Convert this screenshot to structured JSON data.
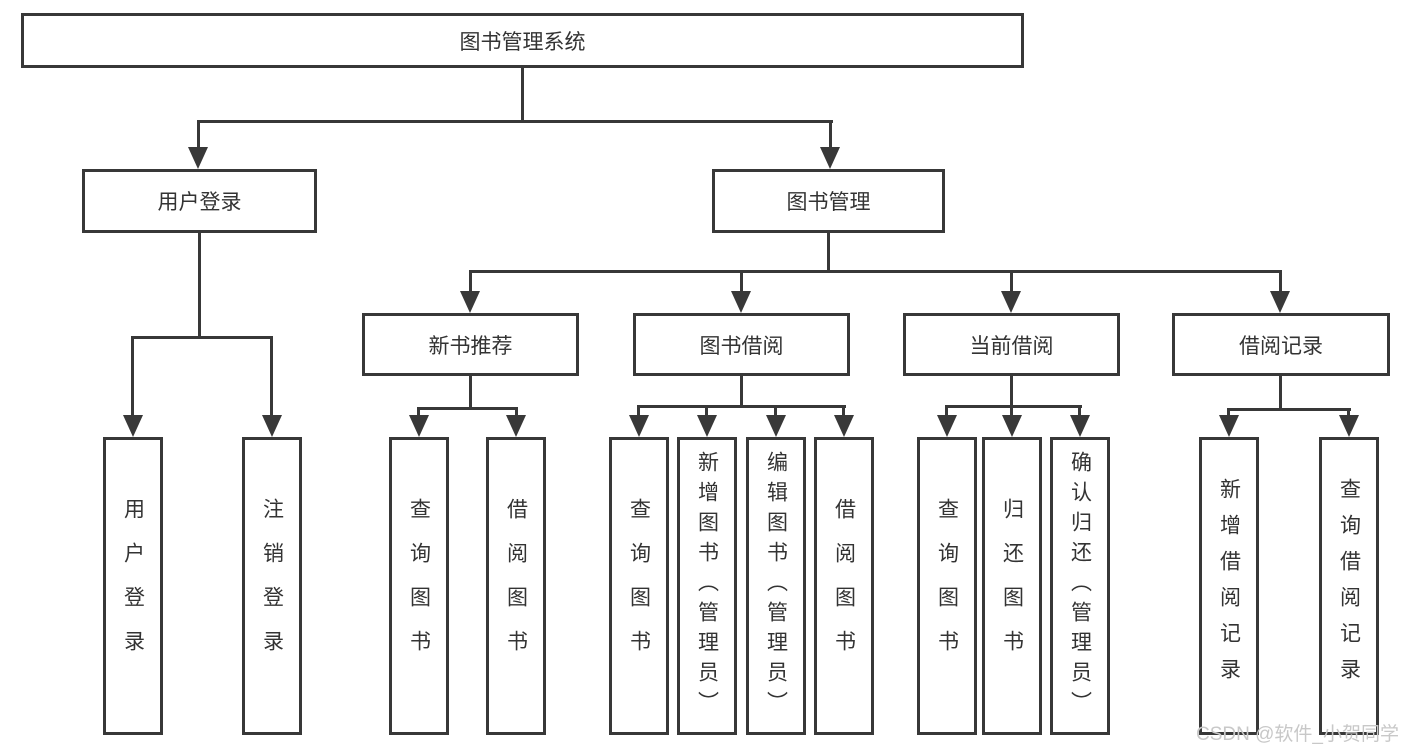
{
  "colors": {
    "line": "#383838",
    "text": "#333333",
    "watermark_text_color": "#c8c8c8",
    "background": "#ffffff"
  },
  "nodes": {
    "root": "图书管理系统",
    "user_login": "用户登录",
    "book_mgmt": "图书管理",
    "new_book_rec": "新书推荐",
    "book_borrow": "图书借阅",
    "current_borrow": "当前借阅",
    "borrow_record": "借阅记录",
    "leaf_user_login": "用户登录",
    "leaf_logout": "注销登录",
    "leaf_nbr_query": "查询图书",
    "leaf_nbr_borrow": "借阅图书",
    "leaf_bb_query": "查询图书",
    "leaf_bb_add": "新增图书（管理员）",
    "leaf_bb_edit": "编辑图书（管理员）",
    "leaf_bb_borrow": "借阅图书",
    "leaf_cb_query": "查询图书",
    "leaf_cb_return": "归还图书",
    "leaf_cb_confirm": "确认归还（管理员）",
    "leaf_br_add": "新增借阅记录",
    "leaf_br_query": "查询借阅记录"
  },
  "watermark": "CSDN @软件_小贺同学"
}
